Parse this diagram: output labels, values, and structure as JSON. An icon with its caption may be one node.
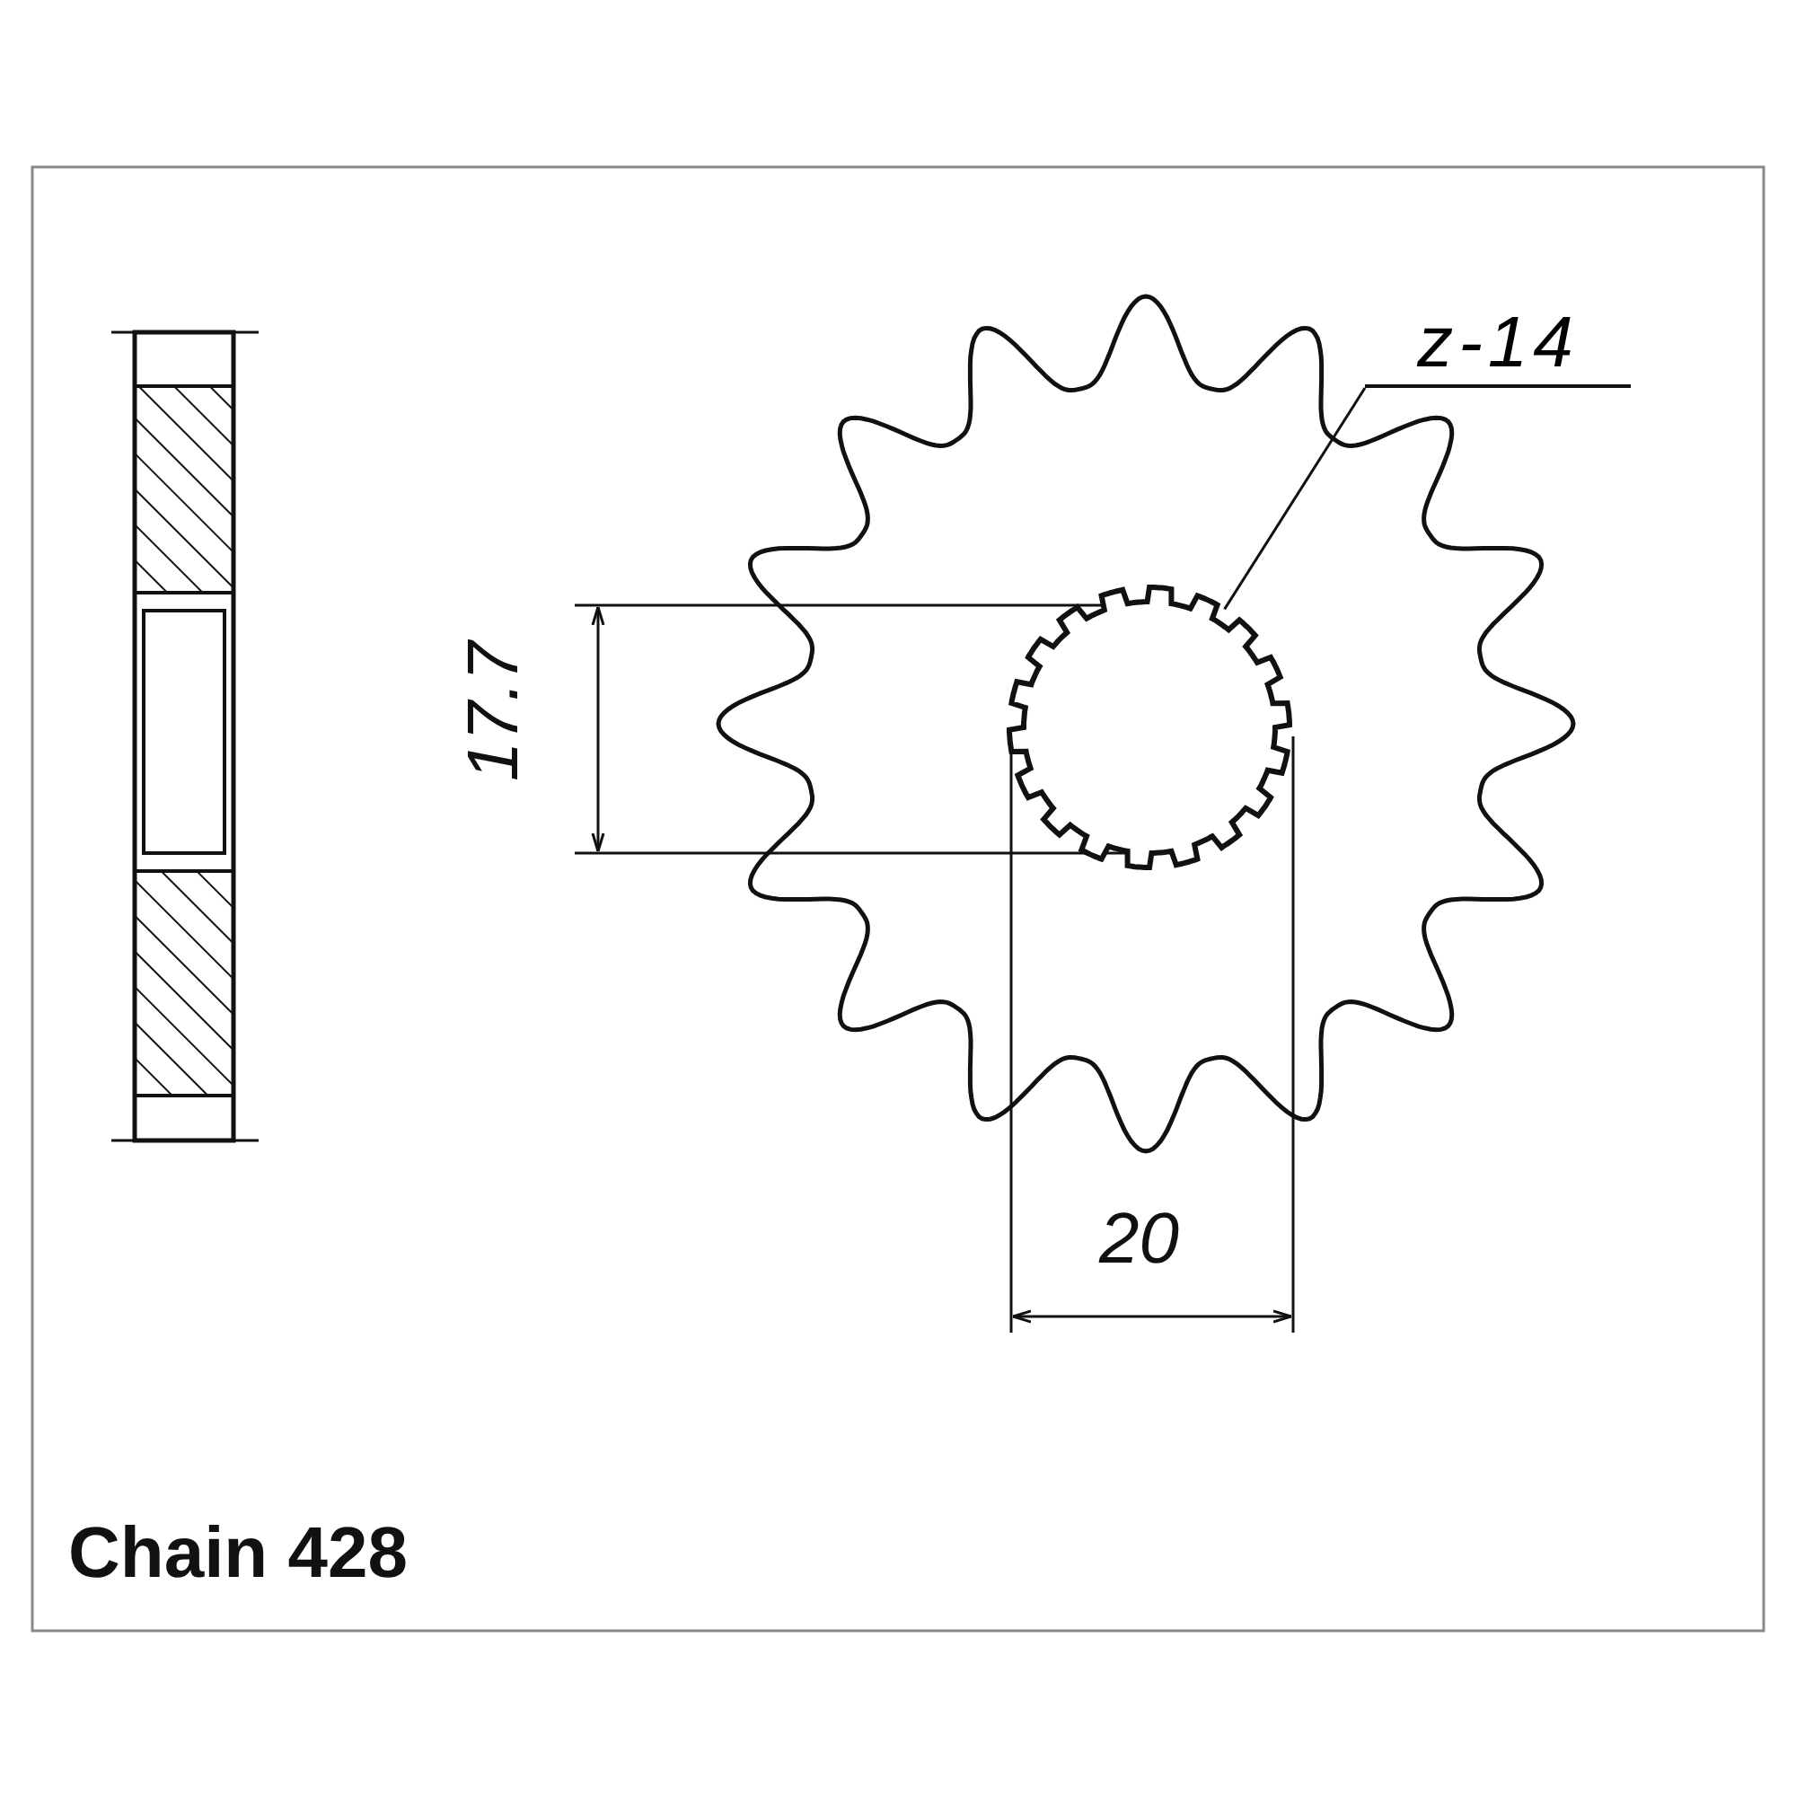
{
  "diagram": {
    "nodes": [
      {
        "text": [
          "z-14"
        ]
      },
      {
        "text": [],
        "shape": "picture"
      }
    ],
    "edges": [
      {
        "from": 0,
        "to": 1,
        "arrow": "none"
      }
    ],
    "labels": [
      "17.7",
      "20",
      "Chain 428"
    ]
  }
}
